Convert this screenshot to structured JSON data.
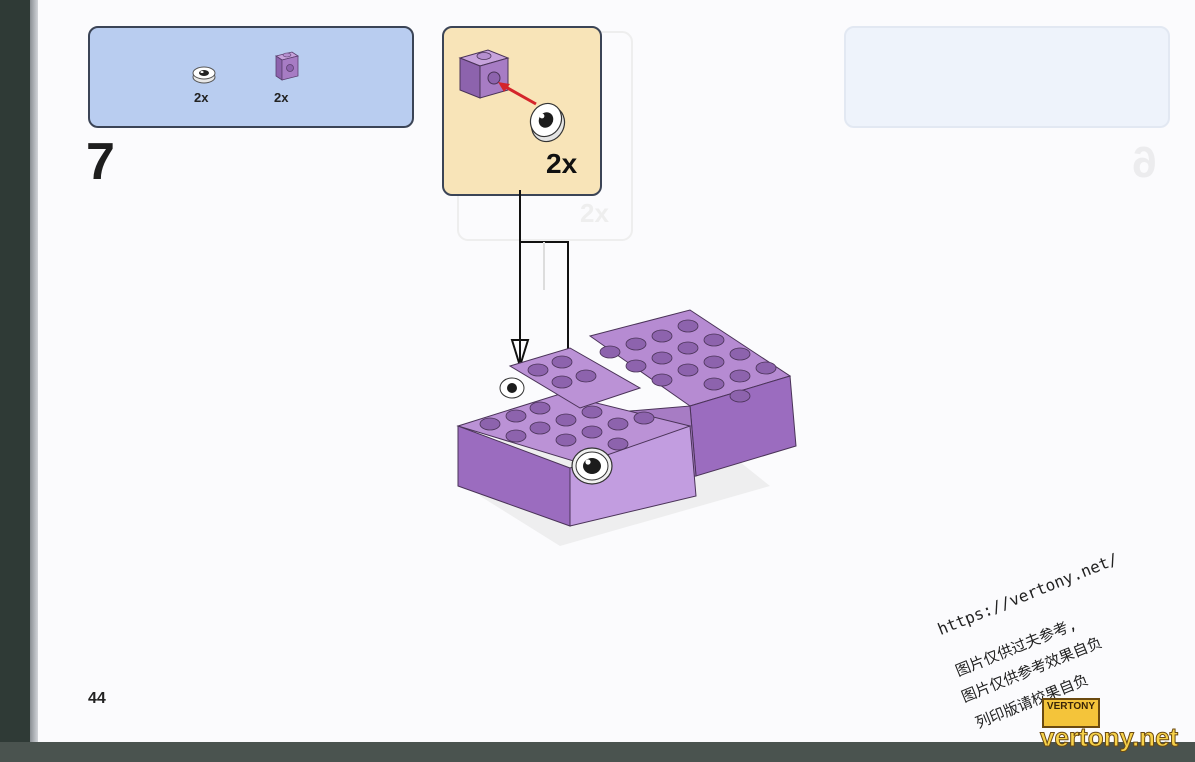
{
  "parts_list": {
    "items": [
      {
        "name": "round-eye-tile",
        "count": "2x"
      },
      {
        "name": "purple-brick-1x1-with-side-stud",
        "count": "2x"
      }
    ]
  },
  "step": {
    "number": "7"
  },
  "subassembly": {
    "count": "2x"
  },
  "ghost_prev": {
    "step_number": "6",
    "count": "2x"
  },
  "page": {
    "number": "44"
  },
  "watermark": {
    "url": "https://vertony.net/",
    "line2": "图片仅供过夫参考,",
    "line3": "图片仅供参考效果自负",
    "line4": "列印版请校果自负",
    "logo": "VERTONY",
    "brand": "vertony.net"
  },
  "colors": {
    "parts_box_bg": "#b9cdf0",
    "subassembly_bg": "#f8e4b8",
    "lego_purple": "#a77cc4",
    "arrow_red": "#d4252b"
  }
}
